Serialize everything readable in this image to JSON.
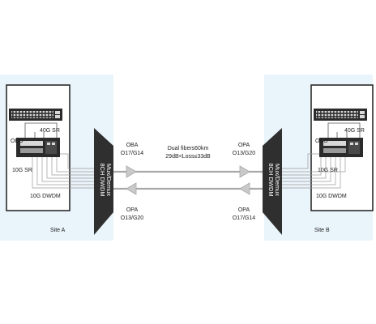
{
  "site_a": {
    "site_label": "Site A",
    "labels": {
      "sr40": "40G SR",
      "oeo": "OEO",
      "sr10": "10G SR",
      "dwdm10": "10G DWDM"
    },
    "mux_label": "8CH DWDM",
    "mux_sublabel": "Mux/Demux"
  },
  "site_b": {
    "site_label": "Site B",
    "labels": {
      "sr40": "40G SR",
      "oeo": "OEO",
      "sr10": "10G SR",
      "dwdm10": "10G DWDM"
    },
    "mux_label": "8CH DWDM",
    "mux_sublabel": "Mux/Demux"
  },
  "link": {
    "fiber_line1": "Dual fibers60km",
    "fiber_line2": "29dB<Loss≤33dB",
    "amp_a_top": "OBA",
    "amp_a_top_channels": "O17/G14",
    "amp_a_bottom": "OPA",
    "amp_a_bottom_channels": "O13/G20",
    "amp_b_top": "OPA",
    "amp_b_top_channels": "O13/G20",
    "amp_b_bottom": "OPA",
    "amp_b_bottom_channels": "O17/G14"
  },
  "colors": {
    "site_bg": "#eaf4fb",
    "equipment": "#2b2b2b",
    "mux": "#2f2f2f",
    "fiber": "#a8a8a8"
  }
}
